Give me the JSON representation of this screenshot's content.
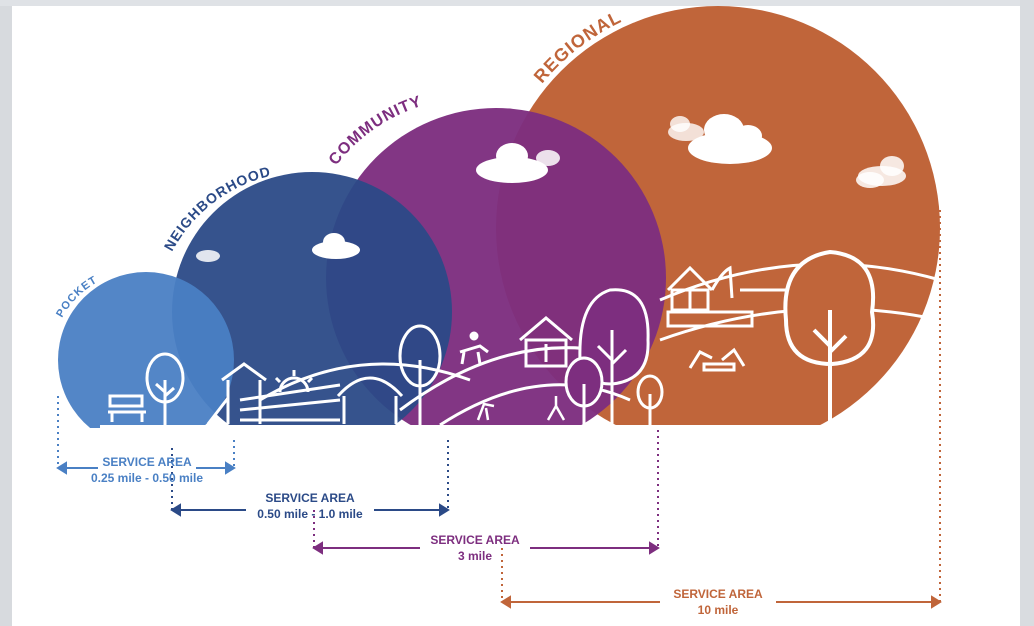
{
  "tiers": [
    {
      "name": "POCKET",
      "service_label": "SERVICE AREA",
      "range": "0.25 mile - 0.50 mile",
      "color": "#4a80c4"
    },
    {
      "name": "NEIGHBORHOOD",
      "service_label": "SERVICE AREA",
      "range": "0.50 mile - 1.0 mile",
      "color": "#2b4a87"
    },
    {
      "name": "COMMUNITY",
      "service_label": "SERVICE AREA",
      "range": "3 mile",
      "color": "#7d2e7f"
    },
    {
      "name": "REGIONAL",
      "service_label": "SERVICE AREA",
      "range": "10 mile",
      "color": "#c0653a"
    }
  ],
  "colors": {
    "pocket": "#4a80c4",
    "neighborhood": "#2b4a87",
    "community": "#7d2e7f",
    "regional": "#c0653a",
    "background": "#ffffff"
  }
}
